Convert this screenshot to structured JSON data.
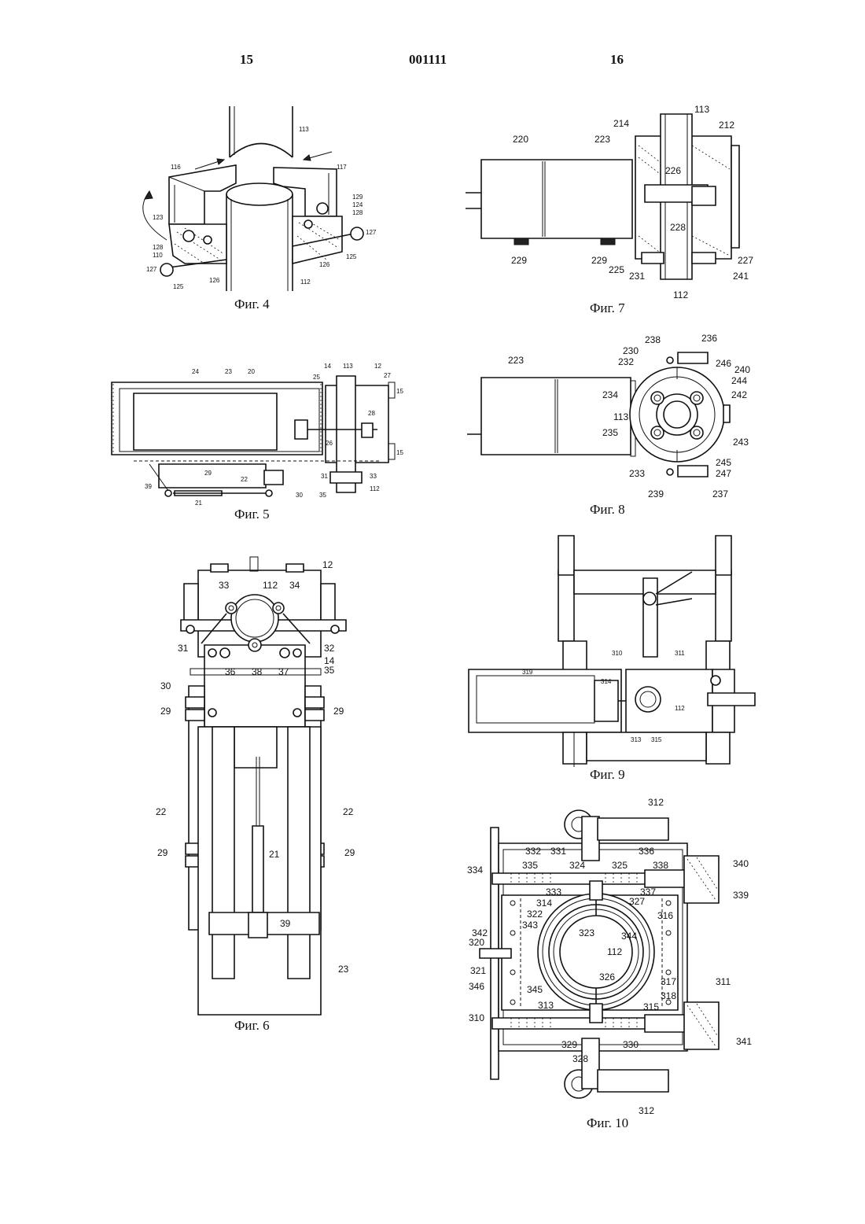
{
  "header": {
    "left_page": "15",
    "doc_number": "001111",
    "right_page": "16"
  },
  "figures": {
    "fig4": {
      "caption": "Фиг. 4",
      "labels": {
        "l113": "113",
        "l116": "116",
        "l117": "117",
        "l129": "129",
        "l124": "124",
        "l128a": "128",
        "l123": "123",
        "l128b": "128",
        "l110": "110",
        "l127a": "127",
        "l127b": "127",
        "l125a": "125",
        "l125b": "125",
        "l126a": "126",
        "l126b": "126",
        "l112": "112"
      }
    },
    "fig5": {
      "caption": "Фиг. 5",
      "labels": {
        "l24": "24",
        "l23": "23",
        "l20": "20",
        "l14": "14",
        "l113": "113",
        "l12": "12",
        "l27": "27",
        "l25": "25",
        "l15a": "15",
        "l28": "28",
        "l26": "26",
        "l15b": "15",
        "l29": "29",
        "l22": "22",
        "l31": "31",
        "l33": "33",
        "l39": "39",
        "l30": "30",
        "l35": "35",
        "l112": "112",
        "l21": "21"
      }
    },
    "fig6": {
      "caption": "Фиг. 6",
      "labels": {
        "l12": "12",
        "l33": "33",
        "l112": "112",
        "l34": "34",
        "l31": "31",
        "l32": "32",
        "l14": "14",
        "l36": "36",
        "l38": "38",
        "l37": "37",
        "l35": "35",
        "l30": "30",
        "l29a": "29",
        "l29b": "29",
        "l22a": "22",
        "l22b": "22",
        "l29c": "29",
        "l29d": "29",
        "l21": "21",
        "l39": "39",
        "l23": "23"
      }
    },
    "fig7": {
      "caption": "Фиг. 7",
      "labels": {
        "l113": "113",
        "l214": "214",
        "l212": "212",
        "l220": "220",
        "l223": "223",
        "l226": "226",
        "l228": "228",
        "l229a": "229",
        "l229b": "229",
        "l225": "225",
        "l231": "231",
        "l227": "227",
        "l241": "241",
        "l112": "112"
      }
    },
    "fig8": {
      "caption": "Фиг. 8",
      "labels": {
        "l238": "238",
        "l236": "236",
        "l230": "230",
        "l232": "232",
        "l246": "246",
        "l240": "240",
        "l223": "223",
        "l244": "244",
        "l234": "234",
        "l242": "242",
        "l113": "113",
        "l235": "235",
        "l243": "243",
        "l245": "245",
        "l233": "233",
        "l247": "247",
        "l239": "239",
        "l237": "237"
      }
    },
    "fig9": {
      "caption": "Фиг. 9",
      "labels": {
        "l319": "319",
        "l310": "310",
        "l311": "311",
        "l314": "314",
        "l112": "112",
        "l313": "313",
        "l315": "315"
      }
    },
    "fig10": {
      "caption": "Фиг. 10",
      "labels": {
        "l312a": "312",
        "l332": "332",
        "l331": "331",
        "l336": "336",
        "l334": "334",
        "l335": "335",
        "l324": "324",
        "l325": "325",
        "l338": "338",
        "l340": "340",
        "l333": "333",
        "l337": "337",
        "l339": "339",
        "l314": "314",
        "l327": "327",
        "l322": "322",
        "l316": "316",
        "l343": "343",
        "l323": "323",
        "l344": "344",
        "l342": "342",
        "l320": "320",
        "l112": "112",
        "l321": "321",
        "l326": "326",
        "l317": "317",
        "l311": "311",
        "l346": "346",
        "l345": "345",
        "l318": "318",
        "l313": "313",
        "l315": "315",
        "l310": "310",
        "l329": "329",
        "l330": "330",
        "l341": "341",
        "l328": "328",
        "l312b": "312"
      }
    }
  }
}
